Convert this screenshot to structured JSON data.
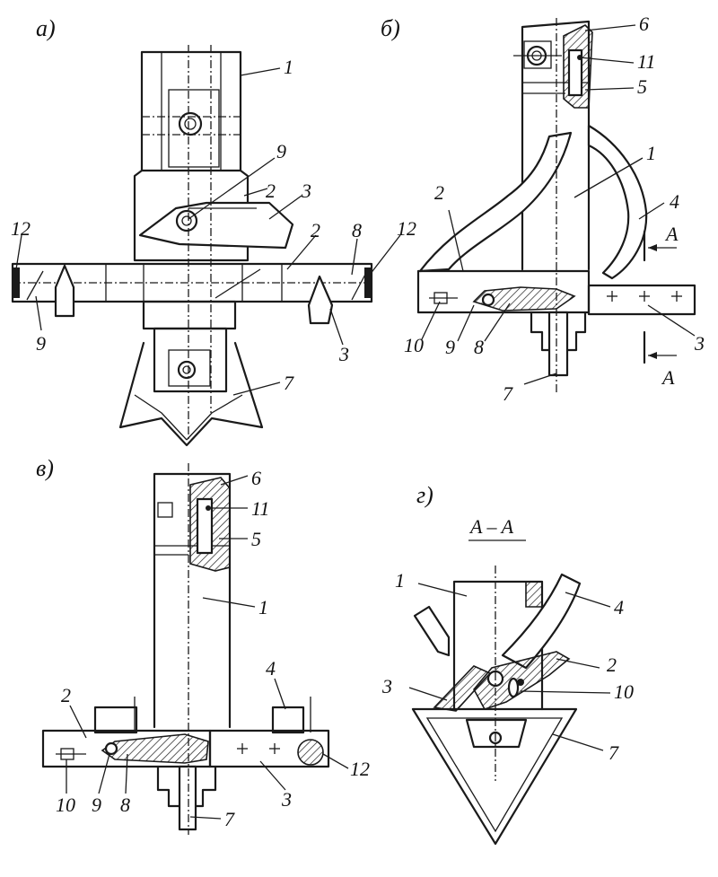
{
  "views": {
    "a": "а)",
    "b": "б)",
    "v": "в)",
    "g": "г)"
  },
  "section_title": "A – A",
  "section_marks": {
    "upper": "A",
    "lower": "A"
  },
  "labels_a": [
    "1",
    "9",
    "2",
    "3",
    "2",
    "8",
    "12",
    "12",
    "9",
    "3",
    "7"
  ],
  "labels_b": [
    "6",
    "11",
    "5",
    "1",
    "2",
    "4",
    "3",
    "10",
    "9",
    "8",
    "7"
  ],
  "labels_v": [
    "6",
    "11",
    "5",
    "1",
    "4",
    "2",
    "10",
    "9",
    "8",
    "3",
    "12",
    "7"
  ],
  "labels_g": [
    "1",
    "4",
    "2",
    "3",
    "10",
    "7"
  ]
}
